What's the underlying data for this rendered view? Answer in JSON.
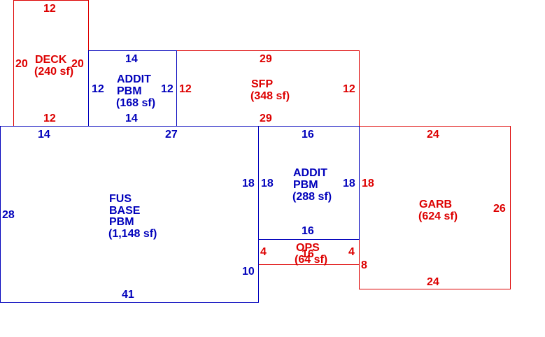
{
  "colors": {
    "blue": "#0000bb",
    "red": "#dd0000"
  },
  "rooms": {
    "deck": {
      "name": "DECK",
      "area": "(240 sf)"
    },
    "addit_top": {
      "line1": "ADDIT",
      "line2": "PBM",
      "area": "(168 sf)"
    },
    "sfp": {
      "name": "SFP",
      "area": "(348 sf)"
    },
    "fus": {
      "line1": "FUS",
      "line2": "BASE",
      "line3": "PBM",
      "area": "(1,148 sf)"
    },
    "addit_mid": {
      "line1": "ADDIT",
      "line2": "PBM",
      "area": "(288 sf)"
    },
    "garb": {
      "name": "GARB",
      "area": "(624 sf)"
    },
    "ops": {
      "name": "OPS",
      "area": "(64 sf)",
      "overlap": "16"
    }
  },
  "dims": {
    "deck_top": "12",
    "deck_left": "20",
    "deck_right": "20",
    "deck_bottom": "12",
    "addit_top_top": "14",
    "addit_top_left": "12",
    "addit_top_right": "12",
    "addit_top_bottom": "14",
    "sfp_top": "29",
    "sfp_left": "12",
    "sfp_right": "12",
    "sfp_bottom": "29",
    "fus_top_left": "14",
    "fus_top_right": "27",
    "fus_left": "28",
    "fus_right": "18",
    "fus_bottom": "41",
    "fus_notch": "10",
    "addit_mid_top": "16",
    "addit_mid_left": "18",
    "addit_mid_right": "18",
    "addit_mid_bottom": "16",
    "garb_top": "24",
    "garb_left": "18",
    "garb_right": "26",
    "garb_bottom": "24",
    "garb_notch": "8",
    "ops_left": "4",
    "ops_right": "4"
  }
}
